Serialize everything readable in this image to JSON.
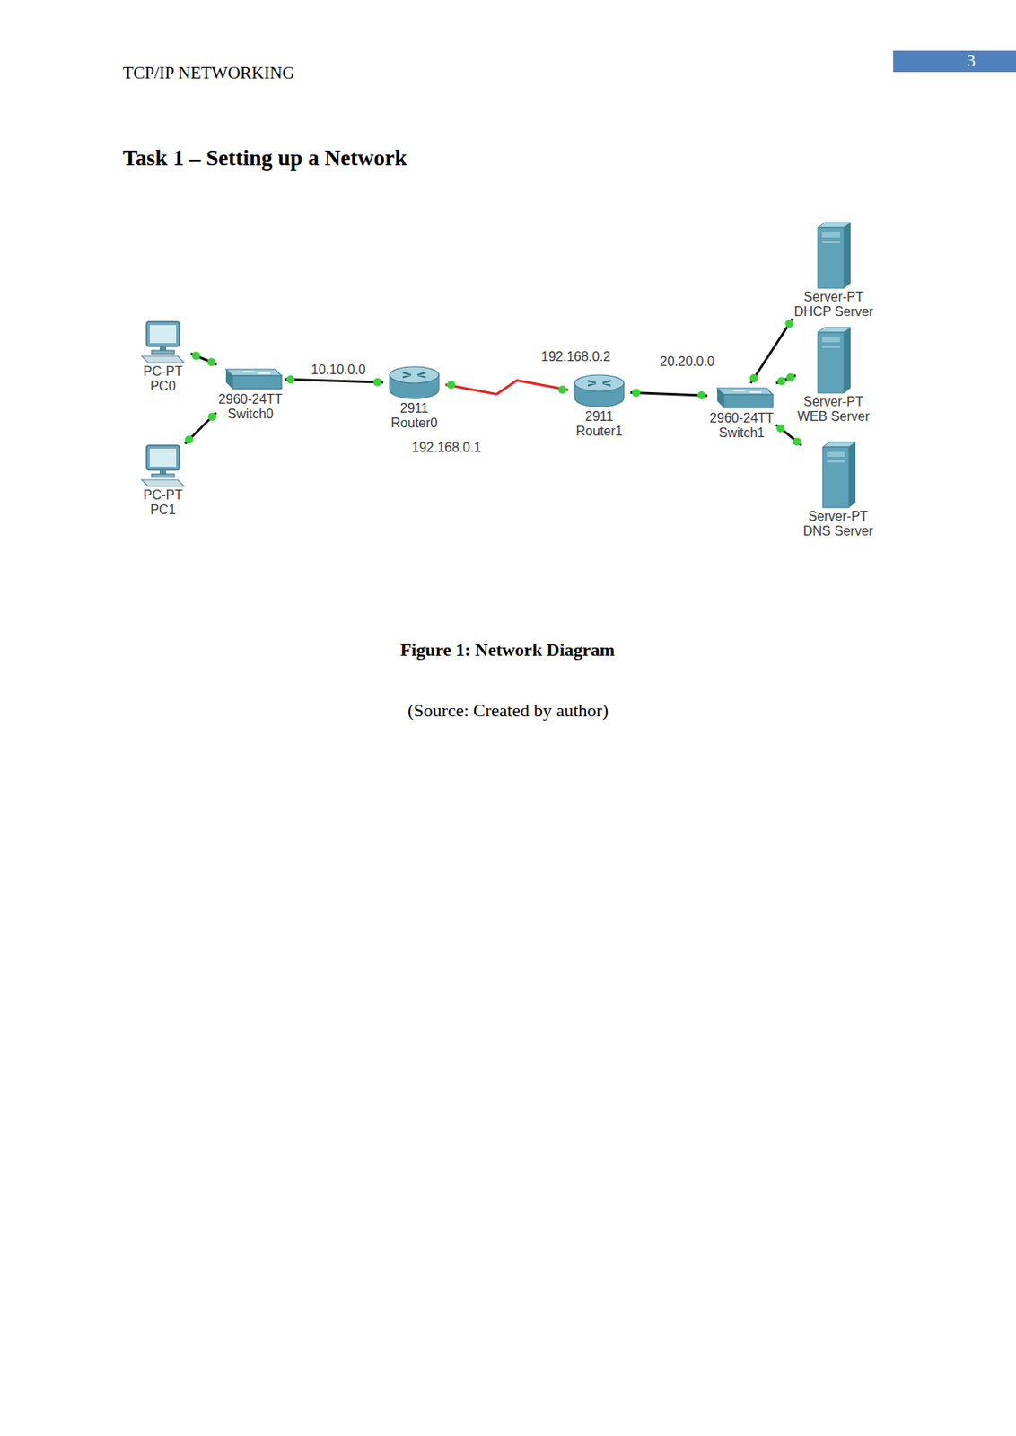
{
  "diagram": {
    "title": "Task 1 – Setting up a Network",
    "caption": "Figure 1: Network Diagram",
    "nodes": [
      {
        "text": [
          "PC-PT",
          "PC0"
        ]
      },
      {
        "text": [
          "PC-PT",
          "PC1"
        ]
      },
      {
        "text": [
          "2960-24TT",
          "Switch0"
        ]
      },
      {
        "text": [
          "2911",
          "Router0"
        ]
      },
      {
        "text": [
          "2911",
          "Router1"
        ]
      },
      {
        "text": [
          "2960-24TT",
          "Switch1"
        ]
      },
      {
        "text": [
          "Server-PT",
          "DHCP Server"
        ]
      },
      {
        "text": [
          "Server-PT",
          "WEB Server"
        ]
      },
      {
        "text": [
          "Server-PT",
          "DNS Server"
        ]
      }
    ],
    "edges": [
      {
        "from": 0,
        "to": 2,
        "arrow": "none"
      },
      {
        "from": 1,
        "to": 2,
        "arrow": "none"
      },
      {
        "from": 2,
        "to": 3,
        "arrow": "none"
      },
      {
        "from": 3,
        "to": 4,
        "arrow": "none"
      },
      {
        "from": 4,
        "to": 5,
        "arrow": "none"
      },
      {
        "from": 5,
        "to": 6,
        "arrow": "none"
      },
      {
        "from": 5,
        "to": 7,
        "arrow": "none"
      },
      {
        "from": 5,
        "to": 8,
        "arrow": "none"
      }
    ],
    "labels": [
      "TCP/IP NETWORKING",
      "3",
      "10.10.0.0",
      "192.168.0.2",
      "20.20.0.0",
      "192.168.0.1",
      "(Source: Created by author)"
    ]
  }
}
